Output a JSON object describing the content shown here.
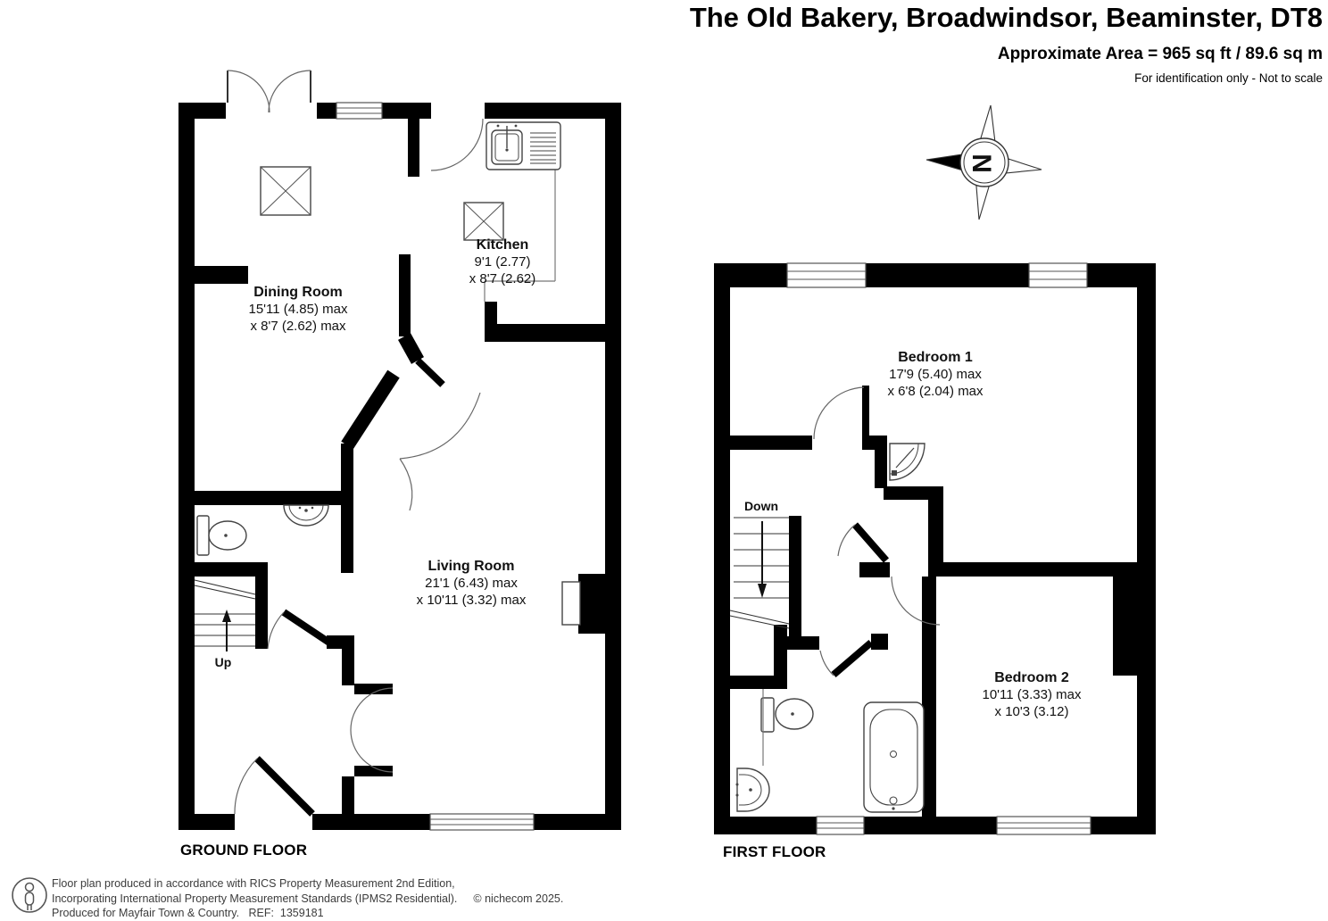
{
  "header": {
    "title": "The Old Bakery, Broadwindsor, Beaminster, DT8",
    "area": "Approximate Area = 965 sq ft / 89.6 sq m",
    "disclaimer": "For identification only - Not to scale"
  },
  "compass": {
    "letter": "N"
  },
  "floors": {
    "ground": {
      "label": "GROUND FLOOR",
      "stairs_label": "Up",
      "rooms": {
        "dining": {
          "name": "Dining Room",
          "dim1": "15'11 (4.85) max",
          "dim2": "x 8'7 (2.62) max"
        },
        "kitchen": {
          "name": "Kitchen",
          "dim1": "9'1 (2.77)",
          "dim2": "x 8'7 (2.62)"
        },
        "living": {
          "name": "Living Room",
          "dim1": "21'1 (6.43) max",
          "dim2": "x 10'11 (3.32) max"
        }
      }
    },
    "first": {
      "label": "FIRST FLOOR",
      "stairs_label": "Down",
      "rooms": {
        "bedroom1": {
          "name": "Bedroom 1",
          "dim1": "17'9 (5.40) max",
          "dim2": "x 6'8 (2.04) max"
        },
        "bedroom2": {
          "name": "Bedroom 2",
          "dim1": "10'11 (3.33) max",
          "dim2": "x 10'3 (3.12)"
        }
      }
    }
  },
  "footer": {
    "line1": "Floor plan produced in accordance with RICS Property Measurement 2nd Edition,",
    "line2": "Incorporating International Property Measurement Standards (IPMS2 Residential).",
    "copyright": "© nichecom 2025.",
    "line3": "Produced for Mayfair Town & Country.   REF:  1359181"
  },
  "colors": {
    "wall": "#000000",
    "fixture_outline": "#444444",
    "footer_text": "#3c3c3c"
  }
}
